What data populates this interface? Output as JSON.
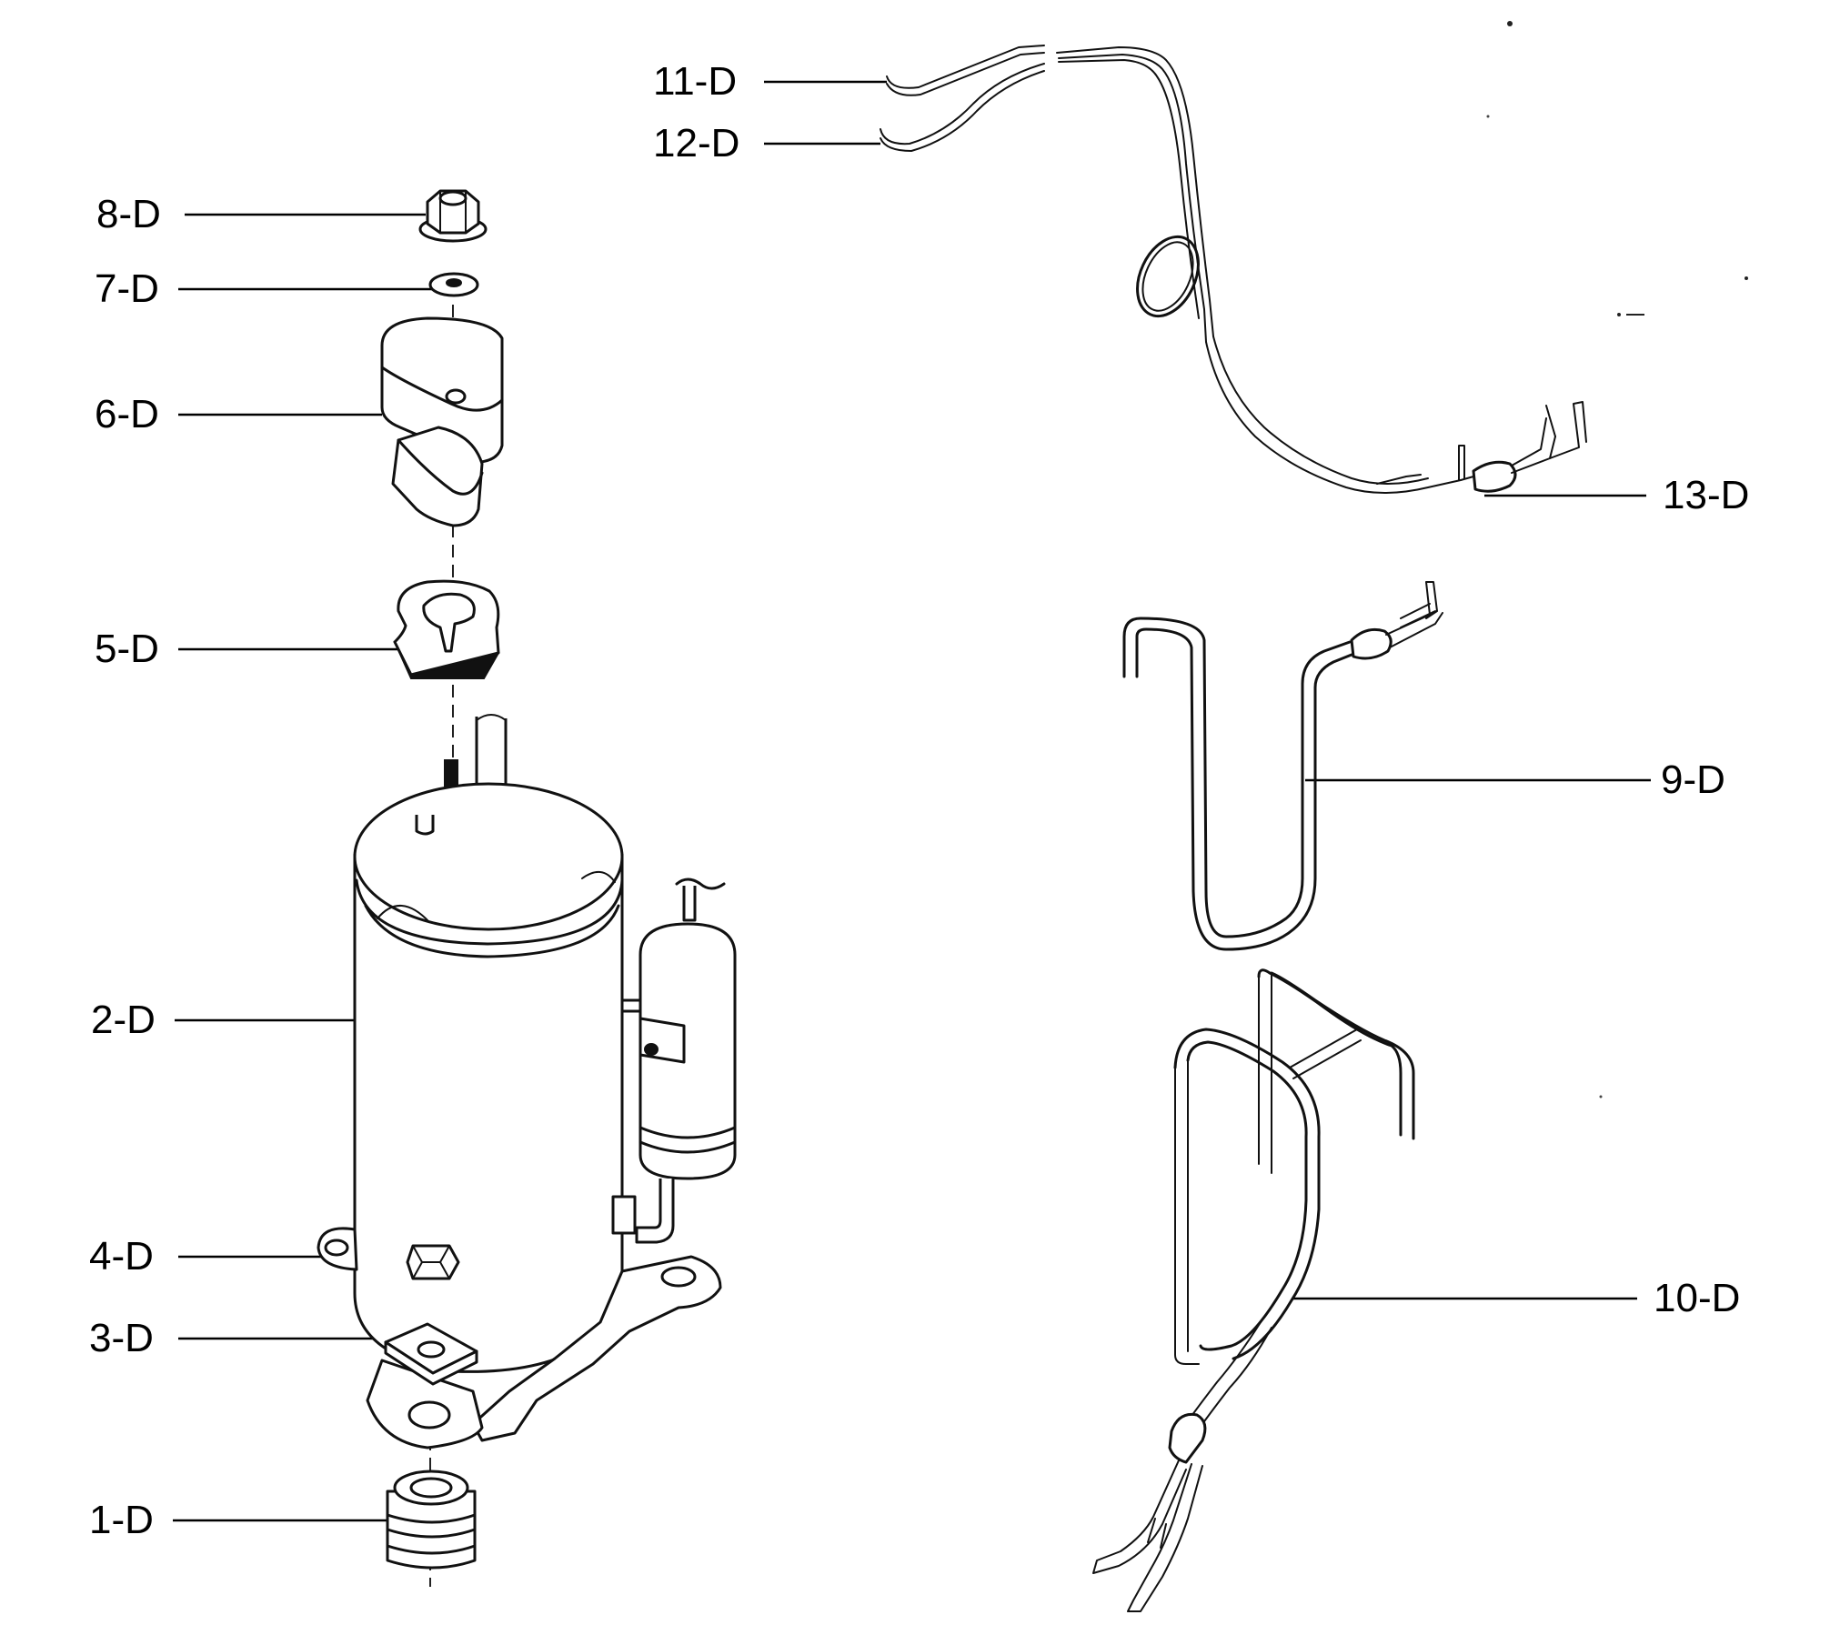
{
  "diagram": {
    "callouts": [
      {
        "id": "1-D",
        "label": "1-D"
      },
      {
        "id": "2-D",
        "label": "2-D"
      },
      {
        "id": "3-D",
        "label": "3-D"
      },
      {
        "id": "4-D",
        "label": "4-D"
      },
      {
        "id": "5-D",
        "label": "5-D"
      },
      {
        "id": "6-D",
        "label": "6-D"
      },
      {
        "id": "7-D",
        "label": "7-D"
      },
      {
        "id": "8-D",
        "label": "8-D"
      },
      {
        "id": "9-D",
        "label": "9-D"
      },
      {
        "id": "10-D",
        "label": "10-D"
      },
      {
        "id": "11-D",
        "label": "11-D"
      },
      {
        "id": "12-D",
        "label": "12-D"
      },
      {
        "id": "13-D",
        "label": "13-D"
      }
    ]
  }
}
